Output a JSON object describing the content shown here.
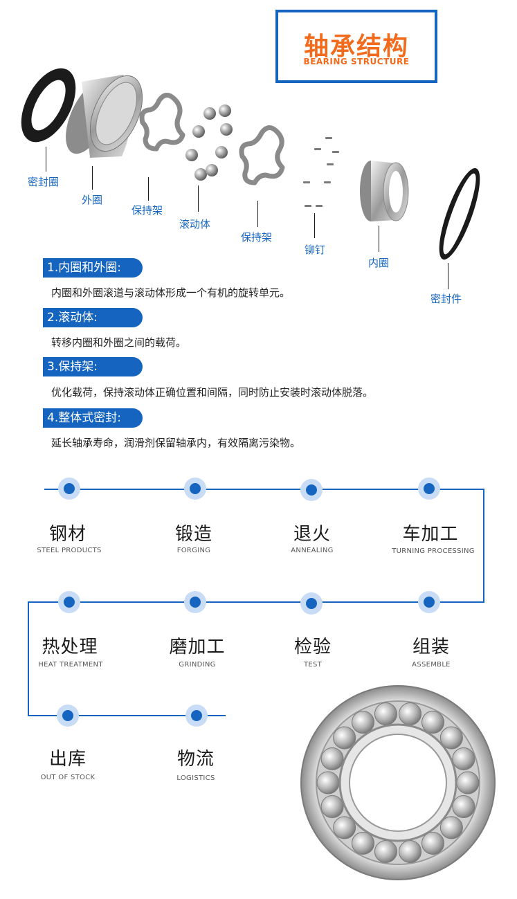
{
  "header": {
    "title_zh": "轴承结构",
    "title_en": "BEARING STRUCTURE"
  },
  "parts": [
    {
      "label": "密封圈",
      "icon": "seal-ring-icon"
    },
    {
      "label": "外圈",
      "icon": "outer-ring-icon"
    },
    {
      "label": "保持架",
      "icon": "cage-icon"
    },
    {
      "label": "滚动体",
      "icon": "rolling-balls-icon"
    },
    {
      "label": "保持架",
      "icon": "cage-icon"
    },
    {
      "label": "铆钉",
      "icon": "rivet-icon"
    },
    {
      "label": "内圈",
      "icon": "inner-ring-icon"
    },
    {
      "label": "密封件",
      "icon": "seal-icon"
    }
  ],
  "sections": [
    {
      "heading": "1.内圈和外圈:",
      "text": "内圈和外圈滚道与滚动体形成一个有机的旋转单元。"
    },
    {
      "heading": "2.滚动体:",
      "text": "转移内圈和外圈之间的载荷。"
    },
    {
      "heading": "3.保持架:",
      "text": "优化载荷，保持滚动体正确位置和间隔，同时防止安装时滚动体脱落。"
    },
    {
      "heading": "4.整体式密封:",
      "text": "延长轴承寿命，润滑剂保留轴承内，有效隔离污染物。"
    }
  ],
  "process": [
    {
      "zh": "钢材",
      "en": "STEEL PRODUCTS"
    },
    {
      "zh": "锻造",
      "en": "FORGING"
    },
    {
      "zh": "退火",
      "en": "ANNEALING"
    },
    {
      "zh": "车加工",
      "en": "TURNING PROCESSING"
    },
    {
      "zh": "热处理",
      "en": "HEAT TREATMENT"
    },
    {
      "zh": "磨加工",
      "en": "GRINDING"
    },
    {
      "zh": "检验",
      "en": "TEST"
    },
    {
      "zh": "组装",
      "en": "ASSEMBLE"
    },
    {
      "zh": "出库",
      "en": "OUT OF STOCK"
    },
    {
      "zh": "物流",
      "en": "LOGISTICS"
    }
  ],
  "colors": {
    "accent": "#1565c0",
    "title": "#f26a1b"
  }
}
